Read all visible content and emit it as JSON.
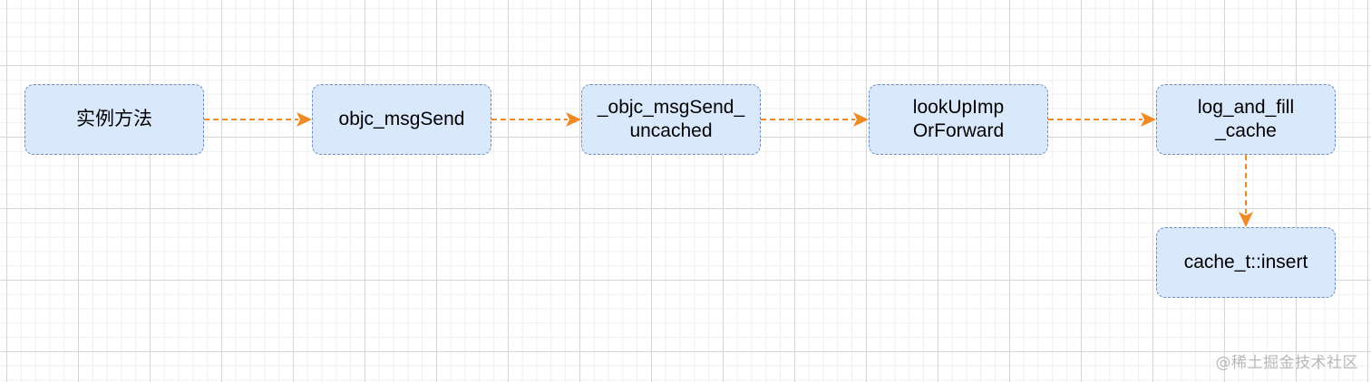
{
  "diagram": {
    "nodes": [
      {
        "id": "n1",
        "label": "实例方法"
      },
      {
        "id": "n2",
        "label": "objc_msgSend"
      },
      {
        "id": "n3",
        "label": "_objc_msgSend_\nuncached"
      },
      {
        "id": "n4",
        "label": "lookUpImp\nOrForward"
      },
      {
        "id": "n5",
        "label": "log_and_fill\n_cache"
      },
      {
        "id": "n6",
        "label": "cache_t::insert"
      }
    ],
    "edges": [
      {
        "from": "n1",
        "to": "n2"
      },
      {
        "from": "n2",
        "to": "n3"
      },
      {
        "from": "n3",
        "to": "n4"
      },
      {
        "from": "n4",
        "to": "n5"
      },
      {
        "from": "n5",
        "to": "n6"
      }
    ],
    "colors": {
      "node_fill": "#dae8fc",
      "node_border": "#6c8ebf",
      "edge": "#f08a24",
      "grid": "#d6d6d6"
    },
    "style": {
      "node_border": "dashed",
      "edge_line": "dashed",
      "grid": true
    }
  },
  "watermark": "@稀土掘金技术社区"
}
